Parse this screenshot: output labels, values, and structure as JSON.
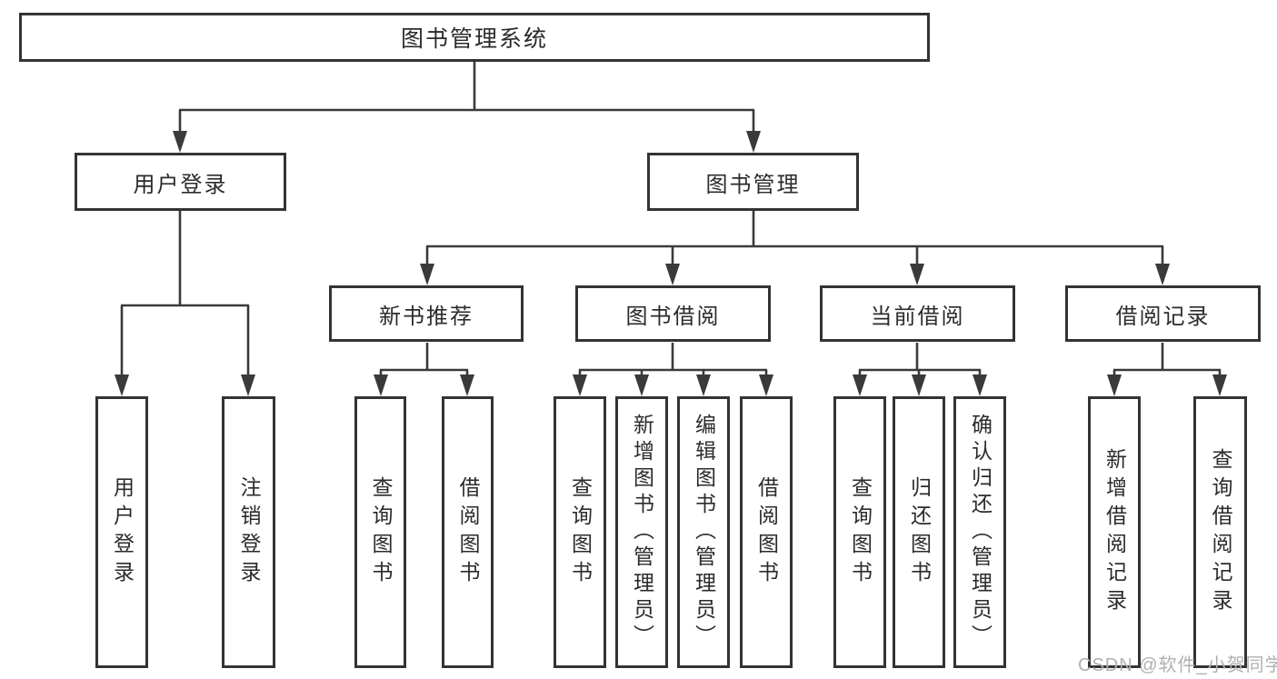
{
  "diagram": {
    "root": {
      "label": "图书管理系统"
    },
    "branches": [
      {
        "label": "用户登录",
        "children": [
          {
            "label": "用户登录"
          },
          {
            "label": "注销登录"
          }
        ]
      },
      {
        "label": "图书管理",
        "children": [
          {
            "label": "新书推荐",
            "children": [
              {
                "label": "查询图书"
              },
              {
                "label": "借阅图书"
              }
            ]
          },
          {
            "label": "图书借阅",
            "children": [
              {
                "label": "查询图书"
              },
              {
                "label": "新增图书（管理员）"
              },
              {
                "label": "编辑图书（管理员）"
              },
              {
                "label": "借阅图书"
              }
            ]
          },
          {
            "label": "当前借阅",
            "children": [
              {
                "label": "查询图书"
              },
              {
                "label": "归还图书"
              },
              {
                "label": "确认归还（管理员）"
              }
            ]
          },
          {
            "label": "借阅记录",
            "children": [
              {
                "label": "新增借阅记录"
              },
              {
                "label": "查询借阅记录"
              }
            ]
          }
        ]
      }
    ]
  },
  "watermark": {
    "text": "CSDN @软件_小贺同学"
  },
  "colors": {
    "line": "#3a3a3a",
    "box_border": "#333333",
    "box_fill": "#ffffff",
    "text": "#2b2b2b",
    "watermark": "#b0b0b0",
    "background": "#ffffff"
  }
}
